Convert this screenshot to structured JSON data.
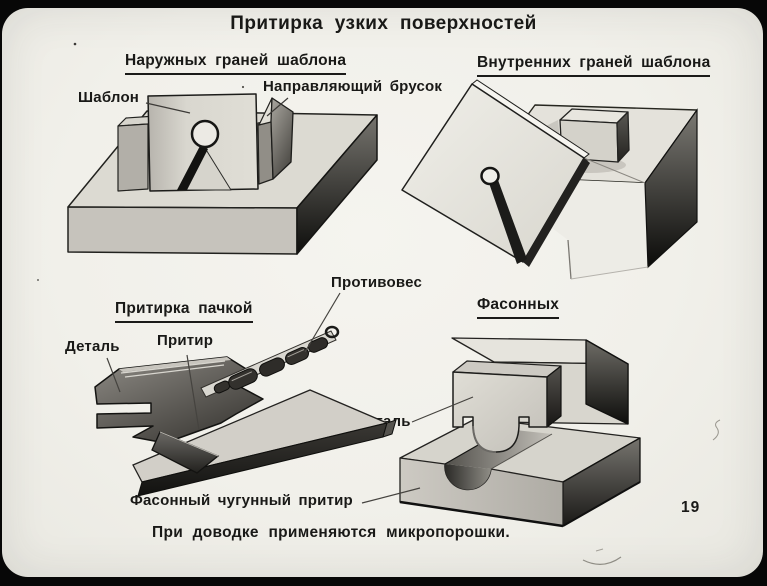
{
  "title": "Притирка узких поверхностей",
  "footer": "При доводке применяются микропорошки.",
  "page_number": "19",
  "sections": {
    "outer": {
      "heading": "Наружных граней шаблона",
      "label_template": "Шаблон",
      "label_guide_bar": "Направляющий брусок"
    },
    "inner": {
      "heading": "Внутренних граней шаблона"
    },
    "pack": {
      "heading": "Притирка пачкой",
      "label_part": "Деталь",
      "label_lap": "Притир",
      "label_counterweight": "Противовес"
    },
    "shaped": {
      "heading": "Фасонных",
      "label_part": "Деталь",
      "label_lap": "Фасонный чугунный притир"
    }
  },
  "colors": {
    "film_frame": "#060606",
    "slide_background": "#f1f0ea",
    "ink": "#191917",
    "light_face": "#dcdad2",
    "mid_face": "#c6c3bc",
    "dark_face": "#141412"
  }
}
